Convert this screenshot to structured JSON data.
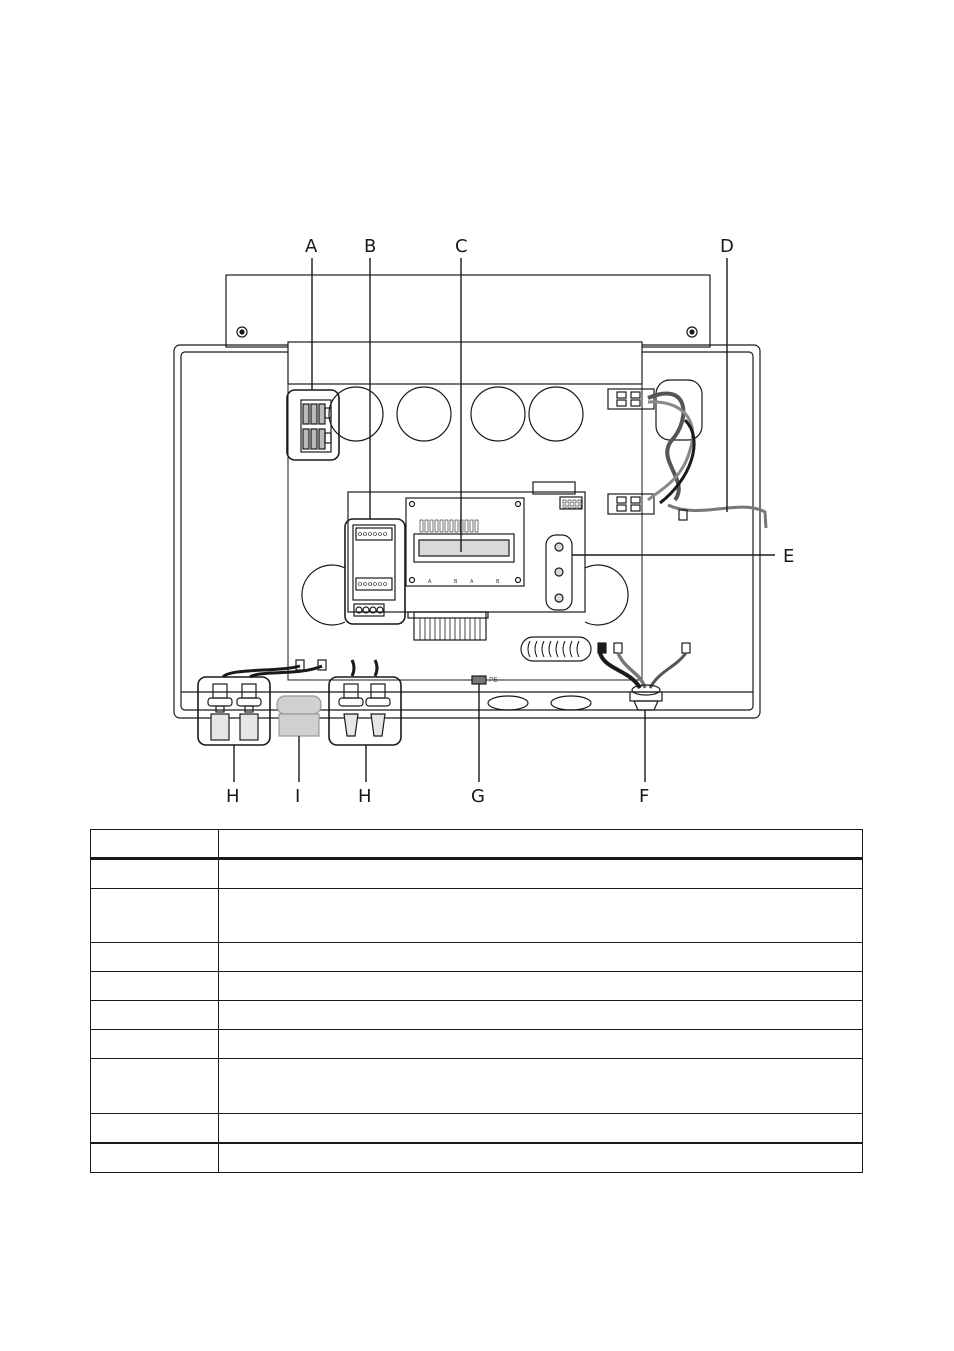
{
  "diagram": {
    "callouts": {
      "A": "A",
      "B": "B",
      "C": "C",
      "D": "D",
      "E": "E",
      "F": "F",
      "G": "G",
      "H_left": "H",
      "I": "I",
      "H_right": "H"
    },
    "pe_label": "PE",
    "display_marks": [
      "A",
      "B",
      "A",
      "B"
    ]
  },
  "legend_table": {
    "rows": [
      {
        "position": "",
        "designation": ""
      },
      {
        "position": "",
        "designation": ""
      },
      {
        "position": "",
        "designation": ""
      },
      {
        "position": "",
        "designation": ""
      },
      {
        "position": "",
        "designation": ""
      },
      {
        "position": "",
        "designation": ""
      },
      {
        "position": "",
        "designation": ""
      },
      {
        "position": "",
        "designation": ""
      },
      {
        "position": "",
        "designation": ""
      },
      {
        "position": "",
        "designation": ""
      }
    ]
  }
}
